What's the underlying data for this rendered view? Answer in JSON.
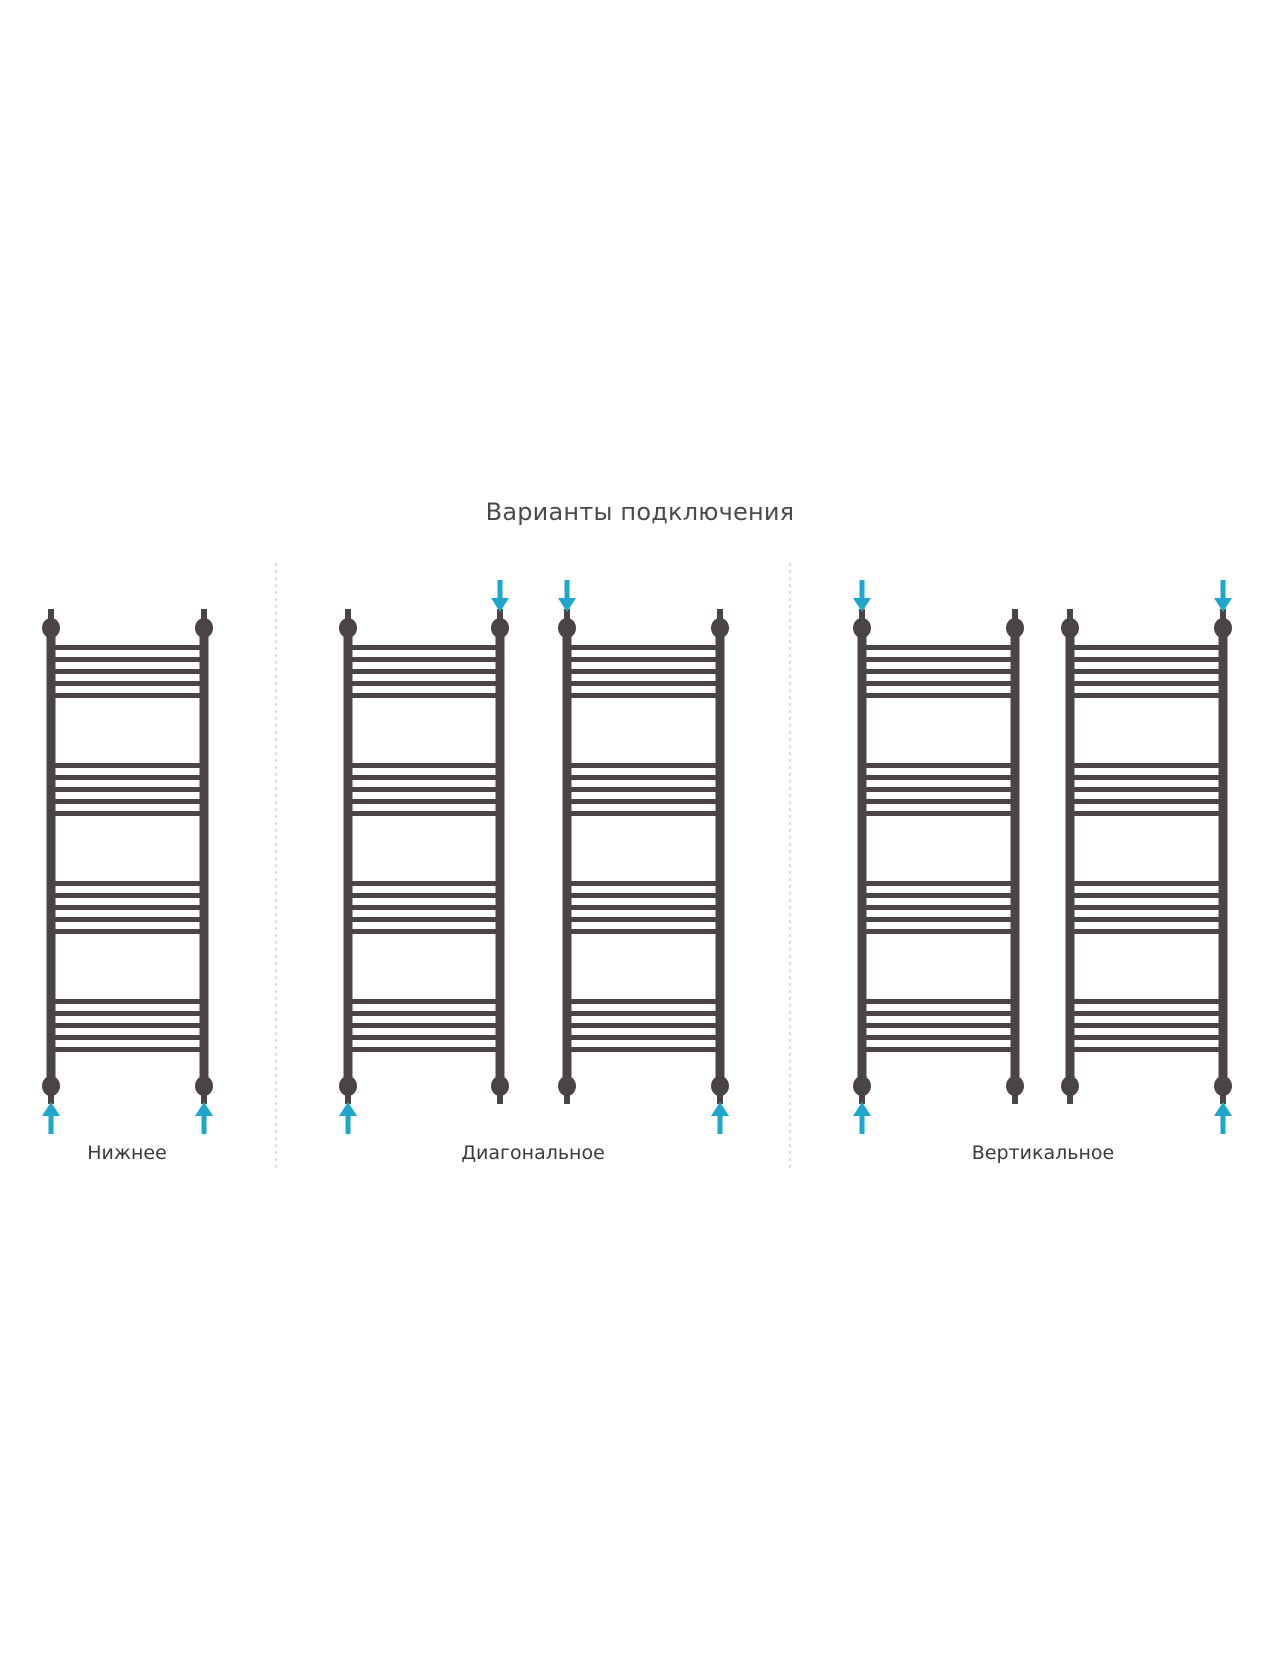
{
  "title": "Варианты подключения",
  "colors": {
    "frame": "#4a4446",
    "arrow": "#1ea6cc",
    "divider": "#c8c8c8"
  },
  "groups": [
    {
      "caption": "Нижнее",
      "radiators": [
        {
          "arrows": [
            "bottom-left-up",
            "bottom-right-up"
          ]
        }
      ]
    },
    {
      "caption": "Диагональное",
      "radiators": [
        {
          "arrows": [
            "top-right-down",
            "bottom-left-up"
          ]
        },
        {
          "arrows": [
            "top-left-down",
            "bottom-right-up"
          ]
        }
      ]
    },
    {
      "caption": "Вертикальное",
      "radiators": [
        {
          "arrows": [
            "top-left-down",
            "bottom-left-up"
          ]
        },
        {
          "arrows": [
            "top-right-down",
            "bottom-right-up"
          ]
        }
      ]
    }
  ],
  "radiator": {
    "sections": 4,
    "bars_per_section": 5
  }
}
